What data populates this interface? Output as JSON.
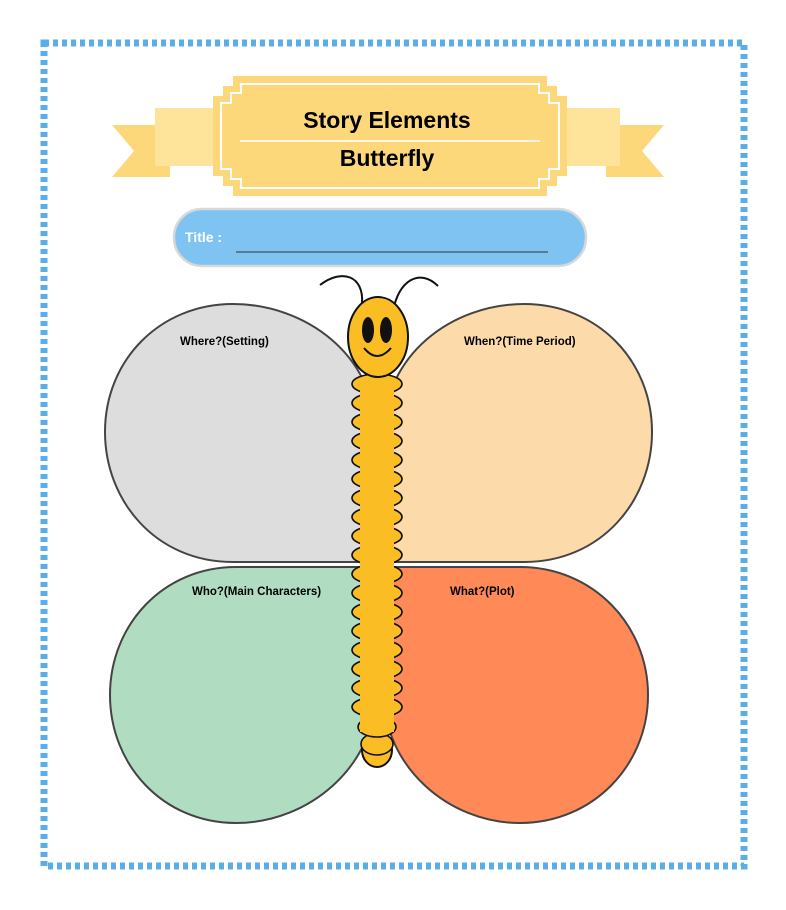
{
  "header": {
    "title": "Story Elements",
    "subtitle": "Butterfly"
  },
  "title_field": {
    "label": "Title :"
  },
  "wings": {
    "setting": {
      "label": "Where?(Setting)",
      "color": "#dddddd"
    },
    "time": {
      "label": "When?(Time Period)",
      "color": "#fddaaa"
    },
    "characters": {
      "label": "Who?(Main Characters)",
      "color": "#b0dcc1"
    },
    "plot": {
      "label": "What?(Plot)",
      "color": "#ff8a57"
    }
  },
  "colors": {
    "border": "#5aaee8",
    "ribbon": "#fdd87a",
    "ribbon_light": "#fee39a",
    "title_bar": "#7fc3f2",
    "body": "#fbbd24"
  }
}
